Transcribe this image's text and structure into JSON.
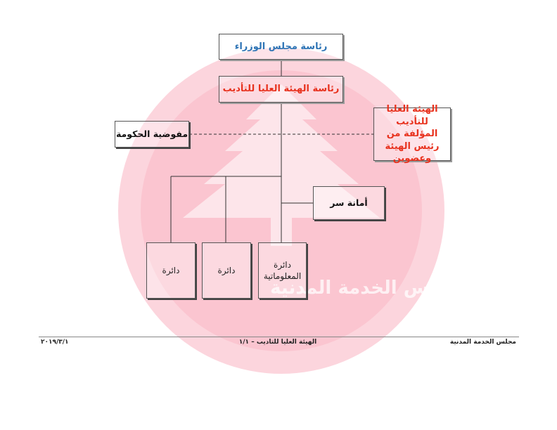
{
  "org_chart": {
    "council": "رئاسة مجلس الوزراء",
    "board_presidency": "رئاسة الهيئة العليا للتأديب",
    "government_commission": "مفوضية الحكومة",
    "authority": {
      "line1": "الهيئة العليا للتأديب",
      "line2": "المؤلفة من رئيس الهيئة",
      "line3": "وعضوين"
    },
    "secretariat": "أمانة سر",
    "dept_info": {
      "line1": "دائرة",
      "line2": "المعلوماتية"
    },
    "dept_2": "دائرة",
    "dept_1": "دائرة"
  },
  "footer": {
    "org": "مجلس الخدمة المدنية",
    "title": "الهيئة العليا للتاديب – ١/١",
    "date": "٢٠١٩/٣/١"
  },
  "watermark": {
    "text": "مجلس الخدمة المدنية",
    "color": "#f7a6b6"
  },
  "colors": {
    "title_blue": "#2e74b5",
    "title_red": "#e8321e"
  }
}
